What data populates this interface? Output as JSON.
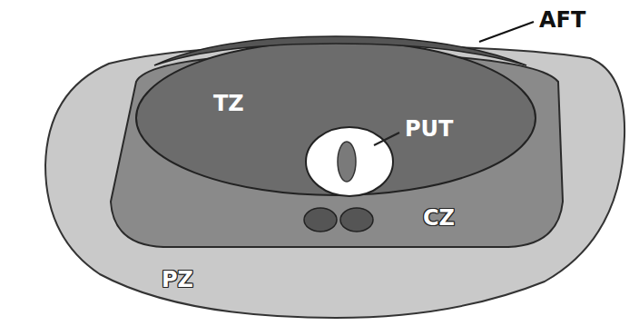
{
  "diagram": {
    "nodes": [
      {
        "text": [
          "PZ"
        ]
      },
      {
        "text": [
          "CZ"
        ],
        "in": 0
      },
      {
        "text": [
          "TZ"
        ],
        "in": 1
      }
    ],
    "labels": [
      "AFT",
      "PUT"
    ]
  }
}
